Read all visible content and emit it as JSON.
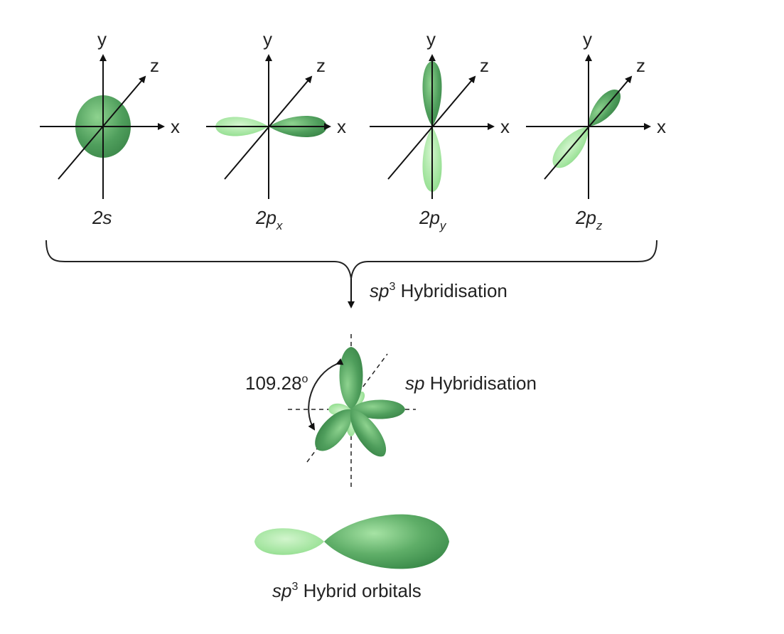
{
  "axes": {
    "x": "x",
    "y": "y",
    "z": "z"
  },
  "orbitals": [
    {
      "base": "2s",
      "sub": ""
    },
    {
      "base": "2p",
      "sub": "x"
    },
    {
      "base": "2p",
      "sub": "y"
    },
    {
      "base": "2p",
      "sub": "z"
    }
  ],
  "process": {
    "prefix": "sp",
    "sup": "3",
    "text": " Hybridisation"
  },
  "angle": {
    "value": "109.28",
    "unit": "o"
  },
  "hybridisation": {
    "prefix": "sp",
    "text": " Hybridisation"
  },
  "hybrid_orbitals": {
    "prefix": "sp",
    "sup": "3",
    "text": " Hybrid orbitals"
  },
  "colors": {
    "dark_green": "#3f8f4f",
    "mid_green": "#5fae68",
    "light_green": "#9ee09a",
    "axis": "#111111"
  }
}
